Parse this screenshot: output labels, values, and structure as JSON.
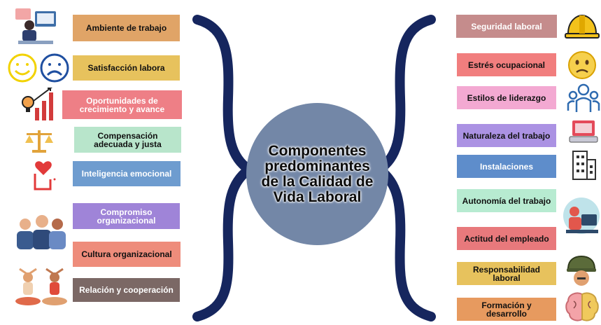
{
  "center": {
    "text": "Componentes predominantes de la Calidad de Vida Laboral",
    "color": "#7387a7"
  },
  "left_items": [
    {
      "label": "Ambiente de trabajo",
      "color": "#e0a467",
      "icon": "office-worker-icon"
    },
    {
      "label": "Satisfacción labora",
      "color": "#e7c25d",
      "icon": "happy-sad-faces-icon"
    },
    {
      "label": "Oportunidades de crecimiento y avance",
      "color": "#ee7f86",
      "icon": "growth-idea-icon"
    },
    {
      "label": "Compensación adecuada y justa",
      "color": "#b8e5cb",
      "icon": "balance-scale-icon"
    },
    {
      "label": "Inteligencia emocional",
      "color": "#6e9ccf",
      "icon": "heart-hand-icon"
    },
    {
      "label": "Compromiso organizacional",
      "color": "#9f84d8",
      "icon": "team-people-icon"
    },
    {
      "label": "Cultura organizacional",
      "color": "#ee8c7b",
      "icon": ""
    },
    {
      "label": "Relación y cooperación",
      "color": "#7b6865",
      "icon": "meditating-people-icon"
    }
  ],
  "right_items": [
    {
      "label": "Seguridad laboral",
      "color": "#c58c8c",
      "icon": "hard-hat-icon"
    },
    {
      "label": "Estrés ocupacional",
      "color": "#f17e7e",
      "icon": "worried-face-icon"
    },
    {
      "label": "Estilos de liderazgo",
      "color": "#f3a9d2",
      "icon": "leader-group-icon"
    },
    {
      "label": "Naturaleza del trabajo",
      "color": "#ab92e3",
      "icon": "laptop-icon"
    },
    {
      "label": "Instalaciones",
      "color": "#5e8dcb",
      "icon": "building-icon"
    },
    {
      "label": "Autonomía del trabajo",
      "color": "#b7ebd1",
      "icon": "remote-worker-icon"
    },
    {
      "label": "Actitud del empleado",
      "color": "#e8797c",
      "icon": ""
    },
    {
      "label": "Responsabilidad laboral",
      "color": "#e7c25d",
      "icon": "soldier-helmet-icon"
    },
    {
      "label": "Formación y desarrollo",
      "color": "#e79a5f",
      "icon": "brain-icon"
    }
  ],
  "brace_color": "#16265e"
}
